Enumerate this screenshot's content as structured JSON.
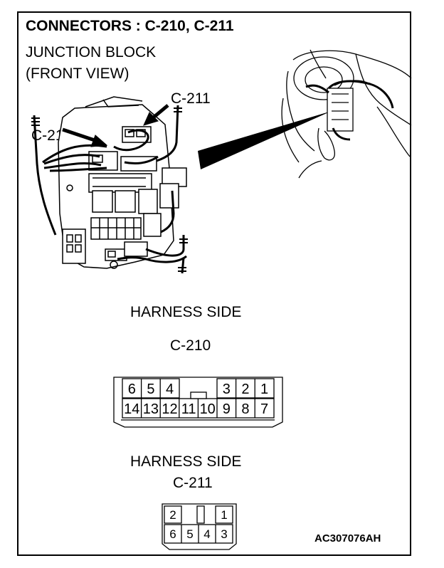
{
  "title": "CONNECTORS : C-210, C-211",
  "view_label_line1": "JUNCTION BLOCK",
  "view_label_line2": "(FRONT VIEW)",
  "callouts": {
    "c211": "C-211",
    "c210": "C-210"
  },
  "connector_c210": {
    "side_label": "HARNESS SIDE",
    "name": "C-210",
    "top_row": [
      "6",
      "5",
      "4",
      "",
      "",
      "3",
      "2",
      "1"
    ],
    "bottom_row": [
      "14",
      "13",
      "12",
      "11",
      "10",
      "9",
      "8",
      "7"
    ]
  },
  "connector_c211": {
    "side_label": "HARNESS SIDE",
    "name": "C-211",
    "top_row": [
      "2",
      "",
      "1"
    ],
    "bottom_row": [
      "6",
      "5",
      "4",
      "3"
    ]
  },
  "figure_code": "AC307076AH"
}
